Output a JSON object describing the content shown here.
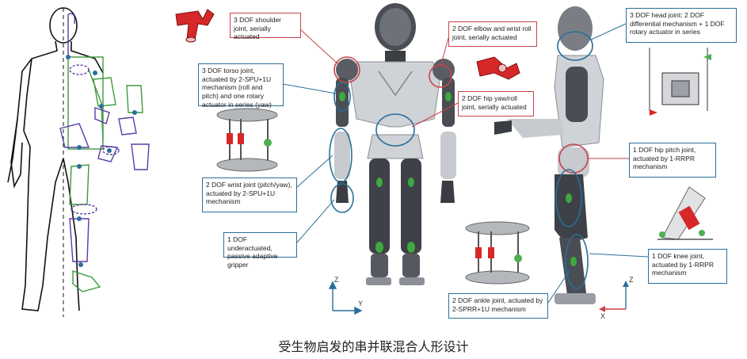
{
  "callouts": {
    "shoulder": "3 DOF shoulder joint, serially actuated",
    "elbow": "2 DOF elbow and wrist roll joint, serially actuated",
    "head": "3 DOF head joint: 2 DOF differential mechanism + 1 DOF rotary actuator in series",
    "torso": "3 DOF torso joint, actuated by 2-SPU+1U mechanism (roll and pitch) and one rotary actuator in series (yaw)",
    "hip_yaw_roll": "2 DOF hip yaw/roll joint, serially actuated",
    "hip_pitch": "1 DOF hip pitch joint, actuated by 1-RRPR mechanism",
    "wrist": "2 DOF wrist joint (pitch/yaw), actuated by 2-SPU+1U mechanism",
    "gripper": "1 DOF underactuated, passive adaptive gripper",
    "knee": "1 DOF knee joint, actuated by 1-RRPR mechanism",
    "ankle": "2 DOF ankle joint, actuated by 2-SPRR+1U mechanism"
  },
  "axes": {
    "front": {
      "z": "Z",
      "y": "Y"
    },
    "side": {
      "z": "Z",
      "x": "X"
    }
  },
  "caption": "受生物启发的串并联混合人形设计",
  "colors": {
    "callout_red": "#c8434a",
    "callout_blue": "#2a6f9a",
    "link_green": "#3b9b3b",
    "link_purple": "#5b3aa8",
    "actuator_red": "#d62828"
  }
}
